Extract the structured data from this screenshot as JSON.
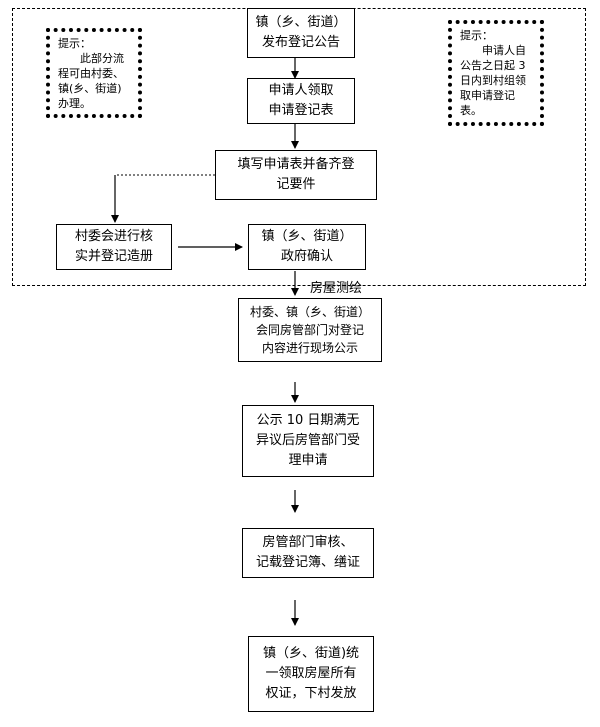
{
  "diagram": {
    "steps": {
      "announce": [
        "镇（乡、街道）",
        "发布登记公告"
      ],
      "collect_form": [
        "申请人领取",
        "申请登记表"
      ],
      "fill_form": [
        "填写申请表并备齐登",
        "记要件"
      ],
      "village_verify": [
        "村委会进行核",
        "实并登记造册"
      ],
      "town_confirm": [
        "镇（乡、街道）",
        "政府确认"
      ],
      "site_publicity": [
        "村委、镇（乡、街道）",
        "会同房管部门对登记",
        "内容进行现场公示"
      ],
      "accept": [
        "公示 10 日期满无",
        "异议后房管部门受",
        "理申请"
      ],
      "review": [
        "房管部门审核、",
        "记载登记簿、缮证"
      ],
      "distribute": [
        "镇（乡、街道)统",
        "一领取房屋所有",
        "权证，下村发放"
      ]
    },
    "edge_label_survey": "房屋测绘",
    "tip_left": {
      "title": "提示：",
      "body": "此部分流程可由村委、镇(乡、街道)办理。"
    },
    "tip_right": {
      "title": "提示：",
      "body": "申请人自公告之日起 3 日内到村组领取申请登记表。"
    }
  }
}
